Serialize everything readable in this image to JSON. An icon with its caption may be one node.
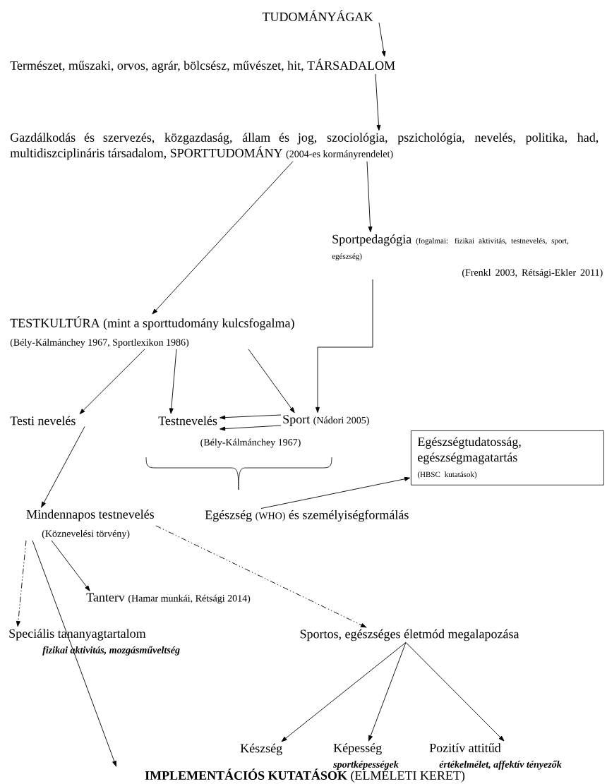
{
  "diagram": {
    "nodes": [
      {
        "text": [
          "TUDOMÁNYÁGAK"
        ]
      },
      {
        "text": [
          "Természet, műszaki, orvos, agrár, bölcsész, művészet, hit, TÁRSADALOM"
        ]
      },
      {
        "text": [
          "Gazdálkodás és szervezés, közgazdaság, állam és jog, szociológia, pszichológia, nevelés, politika, had, multidiszciplináris társadalom, SPORTTUDOMÁNY",
          "(2004-es kormányrendelet)"
        ]
      },
      {
        "text": [
          "Sportpedagógia",
          "(fogalmai: fizikai aktivitás, testnevelés, sport, egészség)",
          "(Frenkl 2003, Rétsági-Ekler 2011)"
        ]
      },
      {
        "text": [
          "TESTKULTÚRA (mint a sporttudomány kulcsfogalma)",
          "(Bély-Kálmánchey 1967, Sportlexikon 1986)"
        ]
      },
      {
        "text": [
          "Testi nevelés"
        ]
      },
      {
        "text": [
          "Testnevelés"
        ]
      },
      {
        "text": [
          "Sport",
          "(Nádori 2005)"
        ]
      },
      {
        "text": [
          "Egészségtudatosság, egészségmagatartás",
          "(HBSC kutatások)"
        ]
      },
      {
        "text": [
          "Mindennapos testnevelés",
          "(Köznevelési törvény)"
        ]
      },
      {
        "text": [
          "Egészség",
          "(WHO)",
          "és személyiségformálás"
        ]
      },
      {
        "text": [
          "Tanterv",
          "(Hamar munkái, Rétsági 2014)"
        ]
      },
      {
        "text": [
          "Speciális tananyagtartalom",
          "fizikai aktivitás, mozgásműveltség"
        ]
      },
      {
        "text": [
          "Sportos, egészséges életmód megalapozása"
        ]
      },
      {
        "text": [
          "Készség"
        ]
      },
      {
        "text": [
          "Képesség",
          "sportképességek"
        ]
      },
      {
        "text": [
          "Pozitív attitűd",
          "értékelmélet, affektív tényezők"
        ]
      },
      {
        "text": [
          "IMPLEMENTÁCIÓS KUTATÁSOK",
          "(ELMÉLETI KERET)"
        ]
      }
    ],
    "edges": [
      {
        "from": 0,
        "to": 1,
        "arrow": "to"
      },
      {
        "from": 1,
        "to": 2,
        "arrow": "to"
      },
      {
        "from": 2,
        "to": 4,
        "arrow": "to"
      },
      {
        "from": 2,
        "to": 3,
        "arrow": "to"
      },
      {
        "from": 3,
        "to": 7,
        "arrow": "to"
      },
      {
        "from": 4,
        "to": 5,
        "arrow": "to"
      },
      {
        "from": 4,
        "to": 6,
        "arrow": "to"
      },
      {
        "from": 4,
        "to": 7,
        "arrow": "to"
      },
      {
        "from": 7,
        "to": 6,
        "arrow": "to"
      },
      {
        "from": 7,
        "to": 6,
        "arrow": "to"
      },
      {
        "from": 5,
        "to": 9,
        "arrow": "to"
      },
      {
        "from": 10,
        "to": 8,
        "arrow": "to"
      },
      {
        "from": 9,
        "to": 12,
        "arrow": "to",
        "style": "dashed"
      },
      {
        "from": 9,
        "to": 17,
        "arrow": "to"
      },
      {
        "from": 9,
        "to": 11,
        "arrow": "to"
      },
      {
        "from": 9,
        "to": 13,
        "arrow": "to",
        "style": "dashed"
      },
      {
        "from": 13,
        "to": 14,
        "arrow": "to"
      },
      {
        "from": 13,
        "to": 15,
        "arrow": "to"
      },
      {
        "from": 13,
        "to": 16,
        "arrow": "to"
      }
    ],
    "labels": [
      "(Bély-Kálmánchey 1967)"
    ]
  }
}
